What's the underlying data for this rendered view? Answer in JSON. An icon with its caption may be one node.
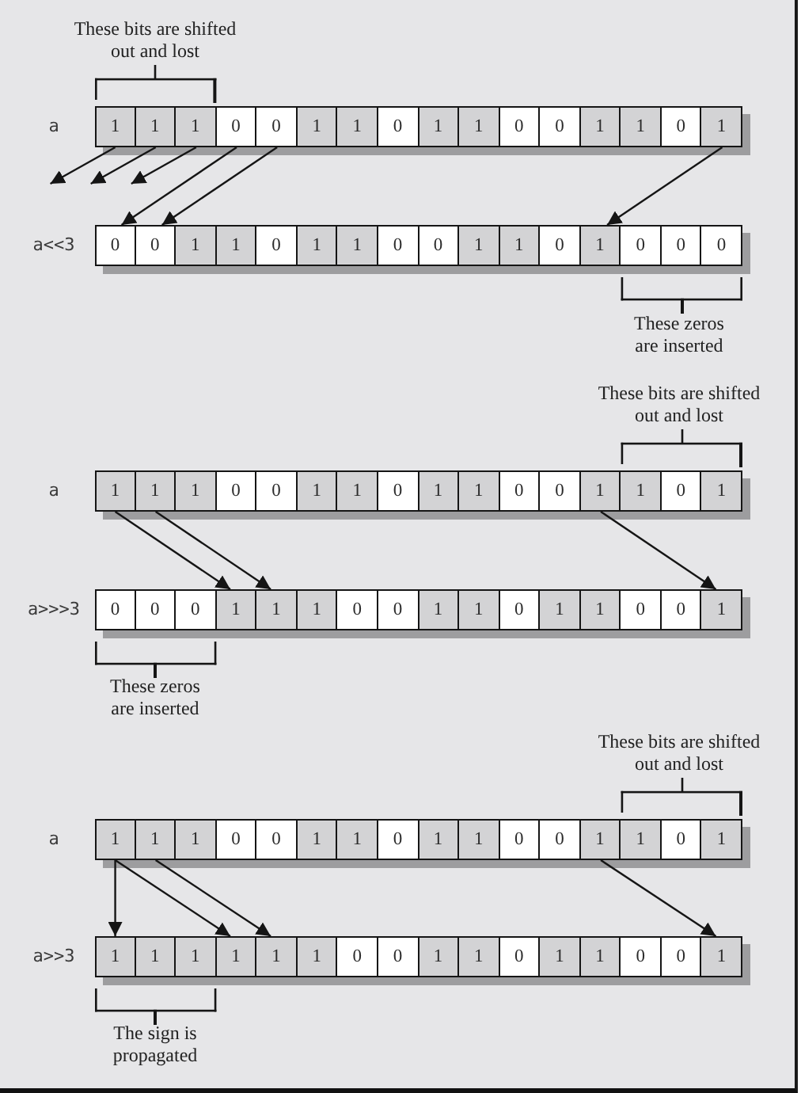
{
  "diagram": {
    "nodes": [
      {
        "text": [],
        "shape": "bar",
        "beside": [
          "a"
        ]
      },
      {
        "text": [
          "1"
        ],
        "in": 0
      },
      {
        "text": [
          "1"
        ],
        "in": 0
      },
      {
        "text": [
          "1"
        ],
        "in": 0
      },
      {
        "text": [
          "0"
        ],
        "in": 0
      },
      {
        "text": [
          "0"
        ],
        "in": 0
      },
      {
        "text": [
          "1"
        ],
        "in": 0
      },
      {
        "text": [
          "1"
        ],
        "in": 0
      },
      {
        "text": [
          "0"
        ],
        "in": 0
      },
      {
        "text": [
          "1"
        ],
        "in": 0
      },
      {
        "text": [
          "1"
        ],
        "in": 0
      },
      {
        "text": [
          "0"
        ],
        "in": 0
      },
      {
        "text": [
          "0"
        ],
        "in": 0
      },
      {
        "text": [
          "1"
        ],
        "in": 0
      },
      {
        "text": [
          "1"
        ],
        "in": 0
      },
      {
        "text": [
          "0"
        ],
        "in": 0
      },
      {
        "text": [
          "1"
        ],
        "in": 0
      },
      {
        "text": [],
        "shape": "bar",
        "beside": [
          "a<<3"
        ]
      },
      {
        "text": [
          "0"
        ],
        "in": 17
      },
      {
        "text": [
          "0"
        ],
        "in": 17
      },
      {
        "text": [
          "1"
        ],
        "in": 17
      },
      {
        "text": [
          "1"
        ],
        "in": 17
      },
      {
        "text": [
          "0"
        ],
        "in": 17
      },
      {
        "text": [
          "1"
        ],
        "in": 17
      },
      {
        "text": [
          "1"
        ],
        "in": 17
      },
      {
        "text": [
          "0"
        ],
        "in": 17
      },
      {
        "text": [
          "0"
        ],
        "in": 17
      },
      {
        "text": [
          "1"
        ],
        "in": 17
      },
      {
        "text": [
          "1"
        ],
        "in": 17
      },
      {
        "text": [
          "0"
        ],
        "in": 17
      },
      {
        "text": [
          "1"
        ],
        "in": 17
      },
      {
        "text": [
          "0"
        ],
        "in": 17
      },
      {
        "text": [
          "0"
        ],
        "in": 17
      },
      {
        "text": [
          "0"
        ],
        "in": 17
      },
      {
        "text": [],
        "shape": "bar",
        "beside": [
          "a"
        ]
      },
      {
        "text": [
          "1"
        ],
        "in": 34
      },
      {
        "text": [
          "1"
        ],
        "in": 34
      },
      {
        "text": [
          "1"
        ],
        "in": 34
      },
      {
        "text": [
          "0"
        ],
        "in": 34
      },
      {
        "text": [
          "0"
        ],
        "in": 34
      },
      {
        "text": [
          "1"
        ],
        "in": 34
      },
      {
        "text": [
          "1"
        ],
        "in": 34
      },
      {
        "text": [
          "0"
        ],
        "in": 34
      },
      {
        "text": [
          "1"
        ],
        "in": 34
      },
      {
        "text": [
          "1"
        ],
        "in": 34
      },
      {
        "text": [
          "0"
        ],
        "in": 34
      },
      {
        "text": [
          "0"
        ],
        "in": 34
      },
      {
        "text": [
          "1"
        ],
        "in": 34
      },
      {
        "text": [
          "1"
        ],
        "in": 34
      },
      {
        "text": [
          "0"
        ],
        "in": 34
      },
      {
        "text": [
          "1"
        ],
        "in": 34
      },
      {
        "text": [],
        "shape": "bar",
        "beside": [
          "a>>>3"
        ]
      },
      {
        "text": [
          "0"
        ],
        "in": 51
      },
      {
        "text": [
          "0"
        ],
        "in": 51
      },
      {
        "text": [
          "0"
        ],
        "in": 51
      },
      {
        "text": [
          "1"
        ],
        "in": 51
      },
      {
        "text": [
          "1"
        ],
        "in": 51
      },
      {
        "text": [
          "1"
        ],
        "in": 51
      },
      {
        "text": [
          "0"
        ],
        "in": 51
      },
      {
        "text": [
          "0"
        ],
        "in": 51
      },
      {
        "text": [
          "1"
        ],
        "in": 51
      },
      {
        "text": [
          "1"
        ],
        "in": 51
      },
      {
        "text": [
          "0"
        ],
        "in": 51
      },
      {
        "text": [
          "1"
        ],
        "in": 51
      },
      {
        "text": [
          "1"
        ],
        "in": 51
      },
      {
        "text": [
          "0"
        ],
        "in": 51
      },
      {
        "text": [
          "0"
        ],
        "in": 51
      },
      {
        "text": [
          "1"
        ],
        "in": 51
      },
      {
        "text": [],
        "shape": "bar",
        "beside": [
          "a"
        ]
      },
      {
        "text": [
          "1"
        ],
        "in": 68
      },
      {
        "text": [
          "1"
        ],
        "in": 68
      },
      {
        "text": [
          "1"
        ],
        "in": 68
      },
      {
        "text": [
          "0"
        ],
        "in": 68
      },
      {
        "text": [
          "0"
        ],
        "in": 68
      },
      {
        "text": [
          "1"
        ],
        "in": 68
      },
      {
        "text": [
          "1"
        ],
        "in": 68
      },
      {
        "text": [
          "0"
        ],
        "in": 68
      },
      {
        "text": [
          "1"
        ],
        "in": 68
      },
      {
        "text": [
          "1"
        ],
        "in": 68
      },
      {
        "text": [
          "0"
        ],
        "in": 68
      },
      {
        "text": [
          "0"
        ],
        "in": 68
      },
      {
        "text": [
          "1"
        ],
        "in": 68
      },
      {
        "text": [
          "1"
        ],
        "in": 68
      },
      {
        "text": [
          "0"
        ],
        "in": 68
      },
      {
        "text": [
          "1"
        ],
        "in": 68
      },
      {
        "text": [],
        "shape": "bar",
        "beside": [
          "a>>3"
        ]
      },
      {
        "text": [
          "1"
        ],
        "in": 85
      },
      {
        "text": [
          "1"
        ],
        "in": 85
      },
      {
        "text": [
          "1"
        ],
        "in": 85
      },
      {
        "text": [
          "1"
        ],
        "in": 85
      },
      {
        "text": [
          "1"
        ],
        "in": 85
      },
      {
        "text": [
          "1"
        ],
        "in": 85
      },
      {
        "text": [
          "0"
        ],
        "in": 85
      },
      {
        "text": [
          "0"
        ],
        "in": 85
      },
      {
        "text": [
          "1"
        ],
        "in": 85
      },
      {
        "text": [
          "1"
        ],
        "in": 85
      },
      {
        "text": [
          "0"
        ],
        "in": 85
      },
      {
        "text": [
          "1"
        ],
        "in": 85
      },
      {
        "text": [
          "1"
        ],
        "in": 85
      },
      {
        "text": [
          "0"
        ],
        "in": 85
      },
      {
        "text": [
          "0"
        ],
        "in": 85
      },
      {
        "text": [
          "1"
        ],
        "in": 85
      }
    ],
    "edges": [
      {
        "from": 1,
        "to": null,
        "arrow": "to"
      },
      {
        "from": 2,
        "to": null,
        "arrow": "to"
      },
      {
        "from": 3,
        "to": null,
        "arrow": "to"
      },
      {
        "from": 4,
        "to": 18,
        "arrow": "to"
      },
      {
        "from": 5,
        "to": 19,
        "arrow": "to"
      },
      {
        "from": 16,
        "to": 30,
        "arrow": "to"
      },
      {
        "from": 35,
        "to": 55,
        "arrow": "to"
      },
      {
        "from": 36,
        "to": 56,
        "arrow": "to"
      },
      {
        "from": 47,
        "to": 67,
        "arrow": "to"
      },
      {
        "from": 69,
        "to": 86,
        "arrow": "to"
      },
      {
        "from": 69,
        "to": 89,
        "arrow": "to"
      },
      {
        "from": 70,
        "to": 90,
        "arrow": "to"
      },
      {
        "from": 81,
        "to": 101,
        "arrow": "to"
      }
    ],
    "labels": [
      "These bits are shifted out and lost",
      "These zeros are inserted",
      "These bits are shifted out and lost",
      "These zeros are inserted",
      "These bits are shifted out and lost",
      "The sign is propagated"
    ]
  }
}
